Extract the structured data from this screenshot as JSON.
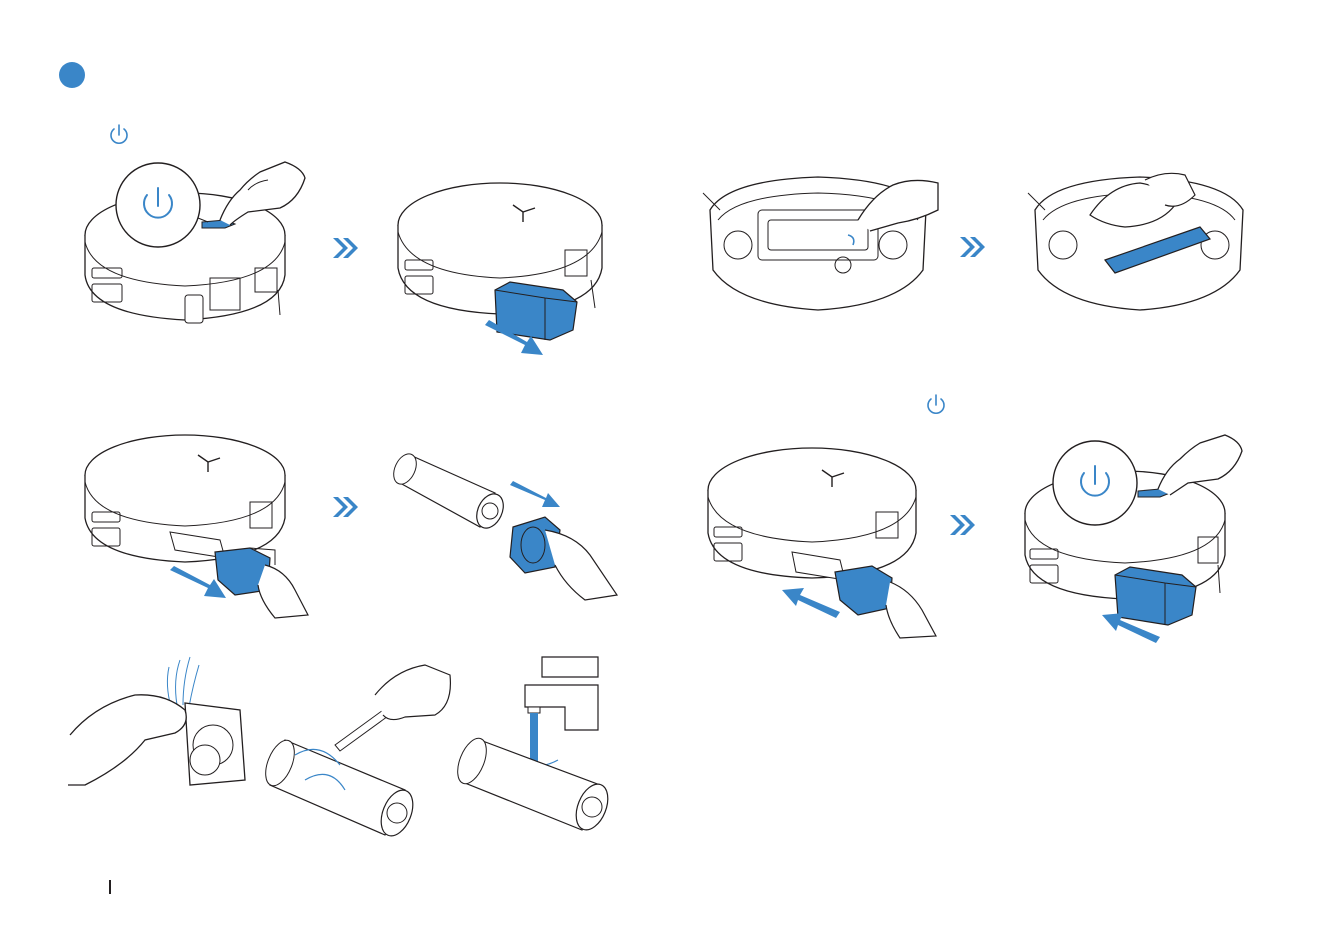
{
  "colors": {
    "accent": "#3a86c8",
    "line": "#231f20",
    "fill": "#ffffff"
  },
  "icons": {
    "step_marker": "step-circle-icon",
    "power_inline": "power-icon",
    "next_step": "double-chevron-right-icon"
  },
  "illustrations": [
    "robot-power-press",
    "robot-remove-dustbin",
    "robot-underside-open-brush",
    "robot-underside-wipe-brush",
    "robot-remove-filter",
    "filter-detach",
    "filter-tap-clean",
    "filter-brush-clean",
    "filter-rinse-tap",
    "robot-insert-filter",
    "robot-reinsert-dustbin-power"
  ]
}
